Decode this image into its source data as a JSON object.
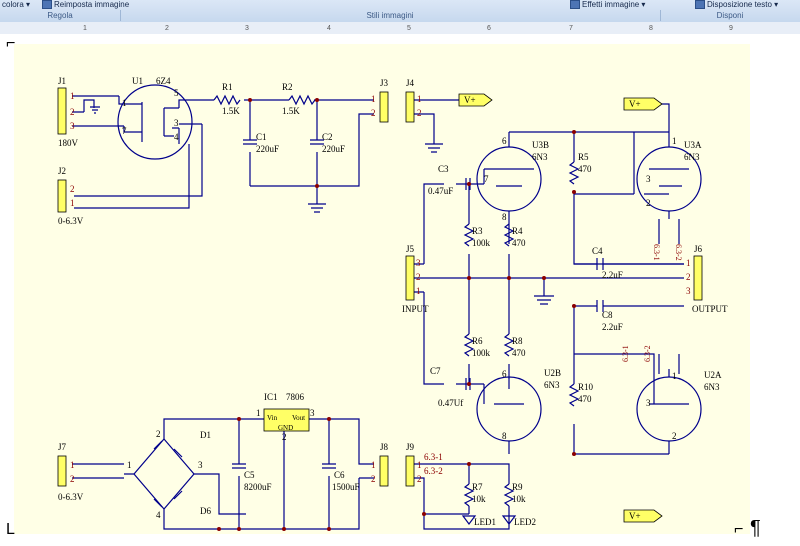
{
  "ribbon": {
    "items": [
      {
        "label": "colora ▾"
      },
      {
        "label": "Reimposta immagine"
      },
      {
        "label": "Effetti immagine ▾"
      },
      {
        "label": "Disposizione testo ▾"
      }
    ],
    "groups": [
      {
        "label": "Regola"
      },
      {
        "label": "Stili immagini"
      },
      {
        "label": "Disponi"
      }
    ]
  },
  "ruler": {
    "ticks": [
      "1",
      "2",
      "3",
      "4",
      "5",
      "6",
      "7",
      "8",
      "9"
    ]
  },
  "paragraph_mark": "¶",
  "schematic": {
    "connectors": {
      "J1": {
        "ref": "J1",
        "pins": [
          "1",
          "2",
          "3"
        ],
        "label": "180V"
      },
      "J2": {
        "ref": "J2",
        "pins": [
          "2",
          "1"
        ],
        "label": "0-6.3V"
      },
      "J3": {
        "ref": "J3",
        "pins": [
          "1",
          "2"
        ]
      },
      "J4": {
        "ref": "J4",
        "pins": [
          "1",
          "2"
        ]
      },
      "J5": {
        "ref": "J5",
        "pins": [
          "3",
          "2",
          "1"
        ],
        "label": "INPUT"
      },
      "J6": {
        "ref": "J6",
        "pins": [
          "1",
          "2",
          "3"
        ],
        "label": "OUTPUT"
      },
      "J7": {
        "ref": "J7",
        "pins": [
          "1",
          "2"
        ],
        "label": "0-6.3V"
      },
      "J8": {
        "ref": "J8",
        "pins": [
          "1",
          "2"
        ]
      },
      "J9": {
        "ref": "J9",
        "pins": [
          "1",
          "2"
        ],
        "nets": [
          "6.3-1",
          "6.3-2"
        ]
      }
    },
    "tube_u1": {
      "ref": "U1",
      "type": "6Z4",
      "pins": [
        "1",
        "7",
        "5",
        "3",
        "4"
      ]
    },
    "resistors": {
      "R1": {
        "ref": "R1",
        "value": "1.5K"
      },
      "R2": {
        "ref": "R2",
        "value": "1.5K"
      },
      "R3": {
        "ref": "R3",
        "value": "100k"
      },
      "R4": {
        "ref": "R4",
        "value": "470"
      },
      "R5": {
        "ref": "R5",
        "value": "470"
      },
      "R6": {
        "ref": "R6",
        "value": "100k"
      },
      "R7": {
        "ref": "R7",
        "value": "10k"
      },
      "R8": {
        "ref": "R8",
        "value": "470"
      },
      "R9": {
        "ref": "R9",
        "value": "10k"
      },
      "R10": {
        "ref": "R10",
        "value": "470"
      }
    },
    "capacitors": {
      "C1": {
        "ref": "C1",
        "value": "220uF"
      },
      "C2": {
        "ref": "C2",
        "value": "220uF"
      },
      "C3": {
        "ref": "C3",
        "value": "0.47uF"
      },
      "C4": {
        "ref": "C4",
        "value": "2.2uF"
      },
      "C5": {
        "ref": "C5",
        "value": "8200uF"
      },
      "C6": {
        "ref": "C6",
        "value": "1500uF"
      },
      "C7": {
        "ref": "C7",
        "value": "0.47Uf"
      },
      "C8": {
        "ref": "C8",
        "value": "2.2uF"
      }
    },
    "tubes": {
      "U3B": {
        "ref": "U3B",
        "type": "6N3",
        "pins": [
          "7",
          "6",
          "8"
        ]
      },
      "U3A": {
        "ref": "U3A",
        "type": "6N3",
        "pins": [
          "3",
          "1",
          "2"
        ],
        "heater": [
          "6.3-1",
          "6.3-2"
        ]
      },
      "U2B": {
        "ref": "U2B",
        "type": "6N3",
        "pins": [
          "6",
          "8"
        ]
      },
      "U2A": {
        "ref": "U2A",
        "type": "6N3",
        "pins": [
          "1",
          "3",
          "2"
        ],
        "heater": [
          "6.3-1",
          "6.3-2"
        ]
      }
    },
    "regulator": {
      "ref": "IC1",
      "type": "7806",
      "pin_in": "Vin",
      "pin_gnd": "GND",
      "pin_out": "Vout",
      "pins": [
        "1",
        "2",
        "3"
      ]
    },
    "diodes": {
      "ref_top": "D1",
      "ref_bottom": "D6",
      "pins": [
        "1",
        "2",
        "3",
        "4"
      ]
    },
    "leds": {
      "led1": "LED1",
      "led2": "LED2"
    },
    "power_flags": [
      "V+",
      "V+",
      "V+"
    ],
    "colors": {
      "wire": "#00008b",
      "label": "#7a0a0a",
      "connector": "#ffff66",
      "flag": "#ffff66",
      "paper": "#ffffe6"
    }
  }
}
